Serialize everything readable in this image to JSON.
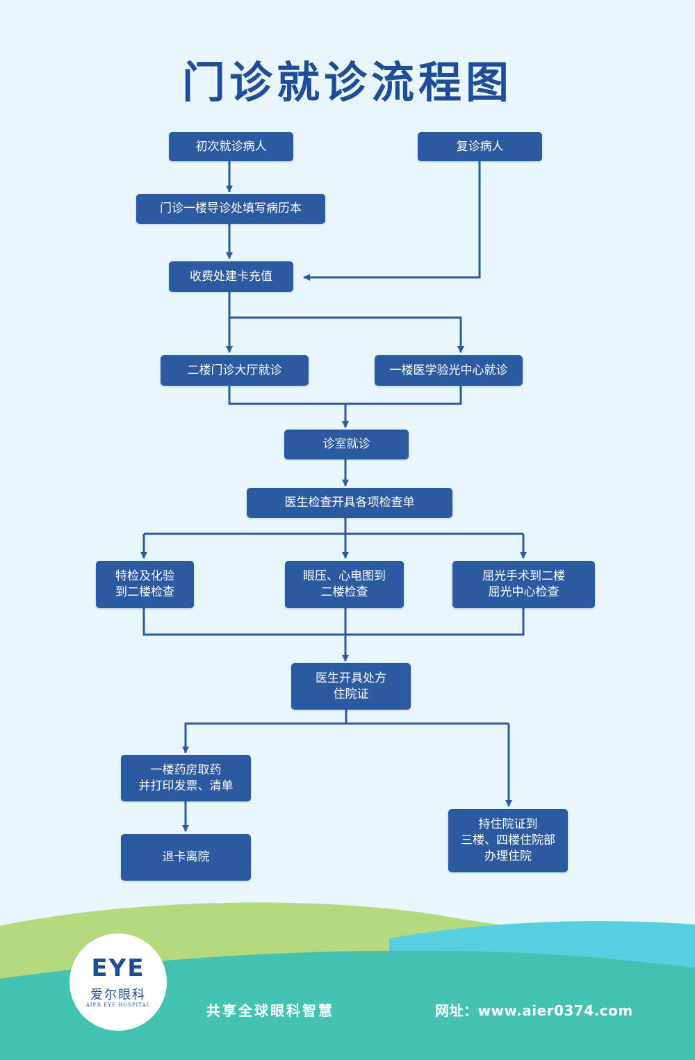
{
  "title": "门诊就诊流程图",
  "colors": {
    "background": "#e8f7fd",
    "box": "#2b5aa0",
    "connector": "#2b5aa0",
    "wave_green": "#b5d97f",
    "wave_cyan": "#58cfe0",
    "wave_teal": "#43c3b0"
  },
  "nodes": {
    "first_visit": "初次就诊病人",
    "return_visit": "复诊病人",
    "guide_desk": "门诊一楼导诊处填写病历本",
    "cashier": "收费处建卡充值",
    "second_floor_hall": "二楼门诊大厅就诊",
    "optometry_center": "一楼医学验光中心就诊",
    "consult_room": "诊室就诊",
    "exam_orders": "医生检查开具各项检查单",
    "special_exam": "特检及化验\n到二楼检查",
    "ecg_exam": "眼压、心电图到\n二楼检查",
    "refractive_exam": "屈光手术到二楼\n屈光中心检查",
    "prescription": "医生开具处方\n住院证",
    "pharmacy": "一楼药房取药\n并打印发票、清单",
    "leave": "退卡离院",
    "inpatient": "持住院证到\n三楼、四楼住院部\n办理住院"
  },
  "footer": {
    "slogan": "共享全球眼科智慧",
    "website": "网址：www.aier0374.com"
  },
  "logo": {
    "mark": "EYE",
    "name_cn": "爱尔眼科",
    "name_en": "AIER EYE HOSPITAL"
  }
}
